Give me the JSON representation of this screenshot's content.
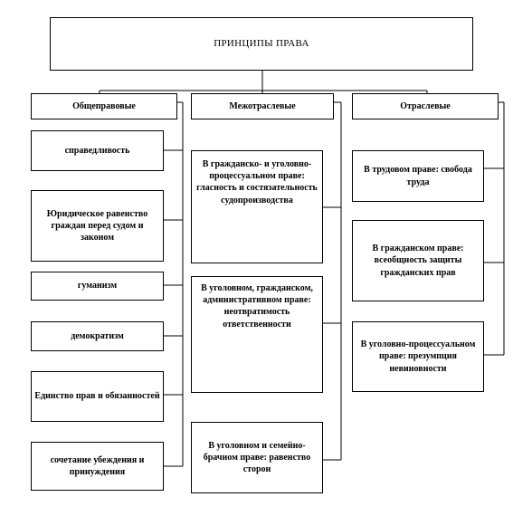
{
  "title": "ПРИНЦИПЫ  ПРАВА",
  "columns": {
    "general": {
      "header": "Общеправовые",
      "items": [
        "справедливость",
        "Юридическое равенство граждан перед судом и законом",
        "гуманизм",
        "демократизм",
        "Единство  прав и обязанностей",
        "сочетание убеждения и принуждения"
      ]
    },
    "intersectoral": {
      "header": "Межотраслевые",
      "items": [
        "В гражданско-  и уголовно-процессуальном праве: гласность и состязательность судопроизводства",
        "В уголовном, гражданском, административном праве: неотвратимость ответственности",
        "В уголовном и семейно-брачном праве: равенство сторон"
      ]
    },
    "sectoral": {
      "header": "Отраслевые",
      "items": [
        "В трудовом праве: свобода труда",
        "В гражданском праве: всеобщность защиты гражданских прав",
        "В уголовно-процессуальном праве: презумпция невиновности"
      ]
    }
  }
}
